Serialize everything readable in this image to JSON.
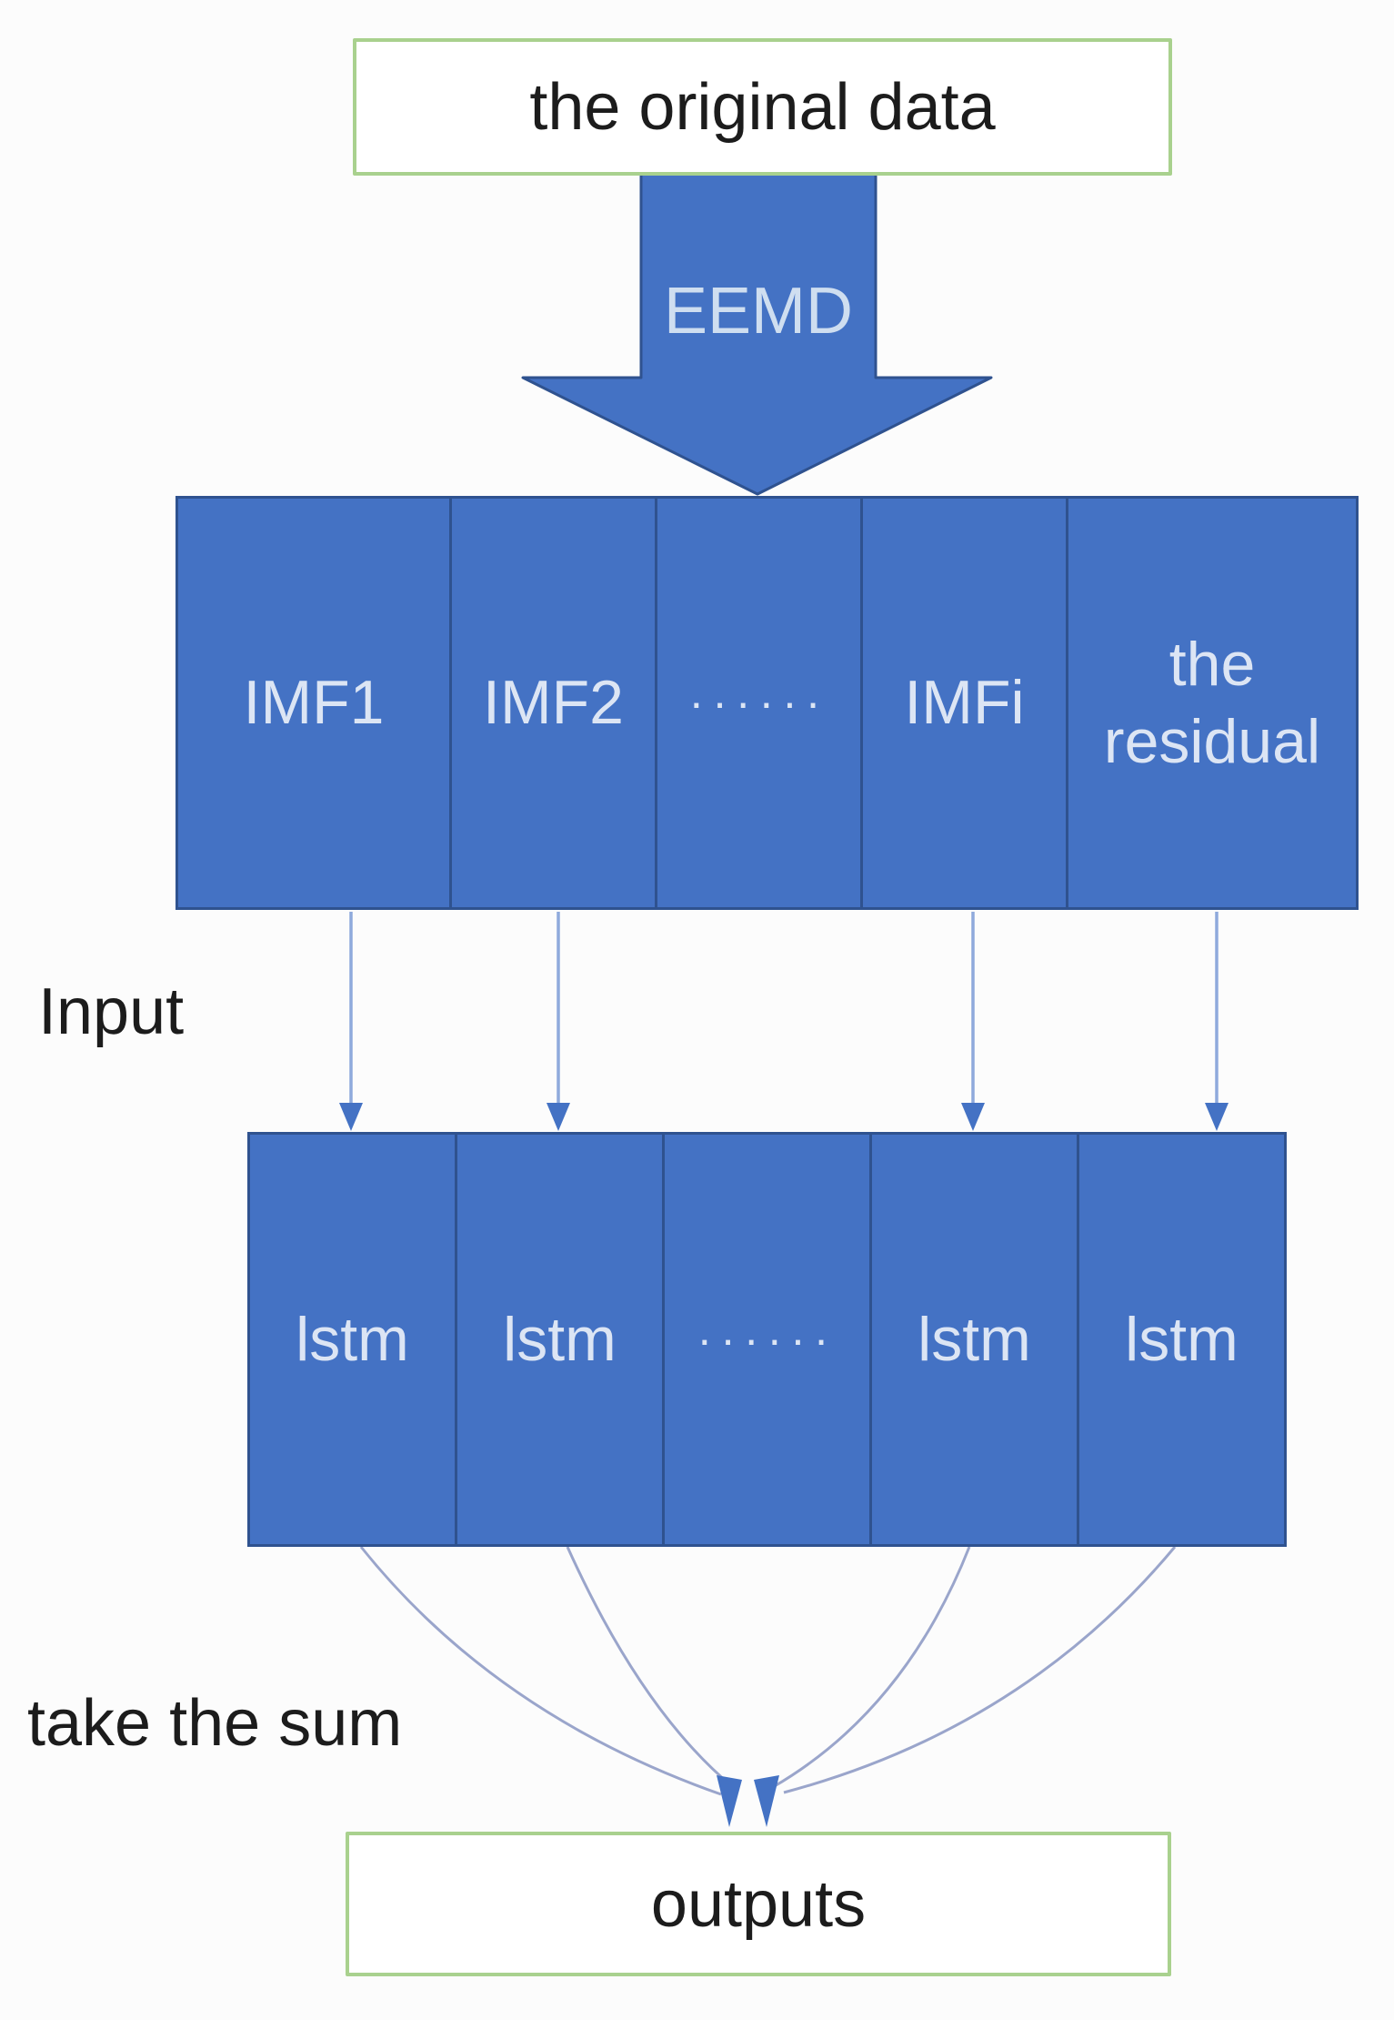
{
  "diagram": {
    "title_box": "the original data",
    "eemd_arrow_label": "EEMD",
    "imf_boxes": [
      "IMF1",
      "IMF2",
      "······",
      "IMFi",
      "the residual"
    ],
    "input_label": "Input",
    "lstm_boxes": [
      "lstm",
      "lstm",
      "······",
      "lstm",
      "lstm"
    ],
    "sum_label": "take the sum",
    "output_box": "outputs",
    "colors": {
      "box_blue": "#4472C4",
      "box_blue_border": "#2F528F",
      "green_border": "#A9D18E",
      "input_connector": "#8FAADC",
      "sum_connector": "#9AA5CB",
      "label_on_blue": "#DCE5F4",
      "text_black": "#1C1C1C"
    }
  }
}
